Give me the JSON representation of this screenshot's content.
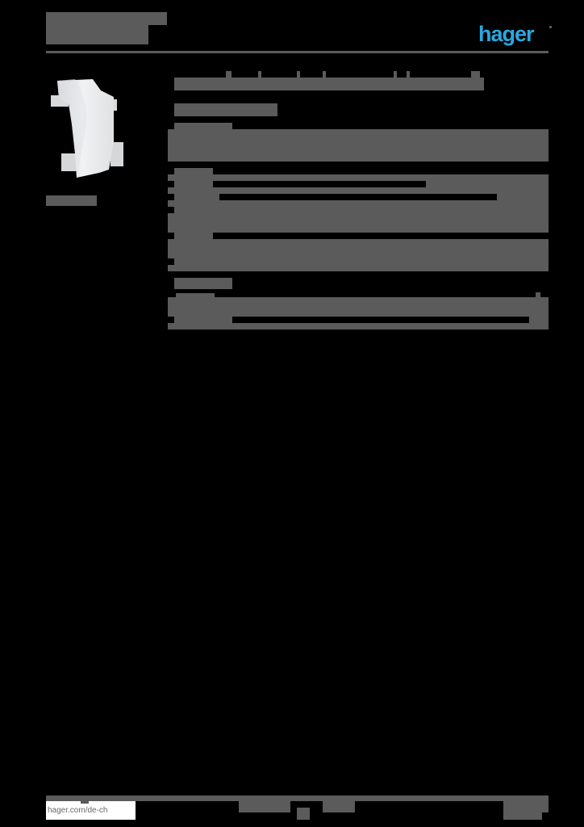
{
  "header": {
    "title_lines": [
      "",
      "",
      ""
    ],
    "logo_text": "hager",
    "logo_color": "#2aa8e0"
  },
  "product": {
    "image_alt": "product-photo",
    "caption": ""
  },
  "main": {
    "title": "",
    "subtitle": "",
    "sections": [
      {
        "label": "",
        "rows": [
          "",
          "",
          ""
        ]
      },
      {
        "label": "",
        "rows": [
          "",
          "",
          "",
          "",
          "",
          ""
        ]
      },
      {
        "label": "",
        "rows": [
          "",
          "",
          ""
        ]
      },
      {
        "label": "",
        "sublabel": "",
        "rows": [
          "",
          "",
          ""
        ]
      }
    ]
  },
  "footer": {
    "url": "hager.com/de-ch",
    "center_text": "",
    "page_text": ""
  },
  "colors": {
    "background": "#000000",
    "redaction_grey": "#5a5b5a",
    "brand_blue": "#2aa8e0"
  }
}
